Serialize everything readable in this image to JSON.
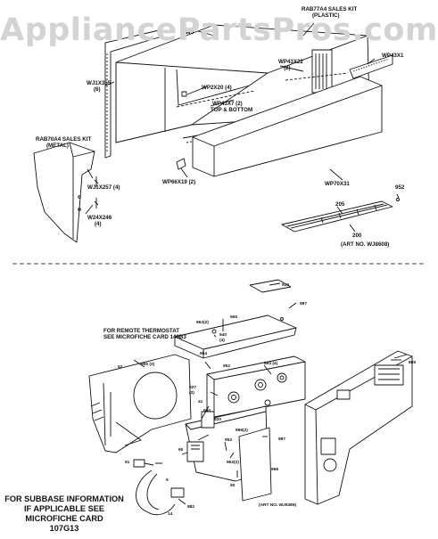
{
  "watermark": "AppliancePartsPros.com",
  "top": {
    "kit_plastic": [
      "RAB77A4 SALES KIT",
      "(PLASTIC)"
    ],
    "kit_metal": [
      "RAB70A4 SALES KIT",
      "(METAL)"
    ],
    "parts": {
      "wj_partial": "WJ",
      "wj1x355": [
        "WJ1X355",
        "(6)"
      ],
      "wp2x20": "WP2X20 (4)",
      "wp43x22": [
        "WP43X22",
        "(2)"
      ],
      "wp43x1": "WP43X1",
      "wp43x7": [
        "WP43X7 (2)",
        "TOP & BOTTOM"
      ],
      "wp66x19": "WP66X19 (2)",
      "wp70x31": "WP70X31",
      "wj1x257": "WJ1X257 (4)",
      "w24x246": [
        "W24X246",
        "(4)"
      ],
      "n205": "205",
      "n200": "200",
      "n952": "952",
      "art_top": "(ART NO. WJ8608)"
    }
  },
  "bottom": {
    "remote_note": [
      "FOR REMOTE THERMOSTAT",
      "SEE MICROFICHE CARD 149B3"
    ],
    "parts": {
      "n910": "910",
      "n987a": "987",
      "n565": "565",
      "n962": "962(2)",
      "n940": [
        "940",
        "(4)"
      ],
      "n954": "954",
      "n52": "52",
      "n955": "955 (3)",
      "n952b": "952",
      "n894": "894 (4)",
      "n885": "885",
      "n927": [
        "927",
        "(2)"
      ],
      "n41": "41",
      "n960": "960",
      "n920": "920",
      "n996": "996(2)",
      "n987b": "987",
      "n953": "953",
      "n962b": "962(2)",
      "n90": "90",
      "n51": "51",
      "n60": "60",
      "n968": "968",
      "n5": "5",
      "n14": "14",
      "n882": "882",
      "art_bottom": "(ART NO. WJ9389)"
    },
    "subbase_note": [
      "FOR SUBBASE INFORMATION",
      "IF APPLICABLE SEE",
      "MICROFICHE CARD",
      "107G13"
    ]
  }
}
